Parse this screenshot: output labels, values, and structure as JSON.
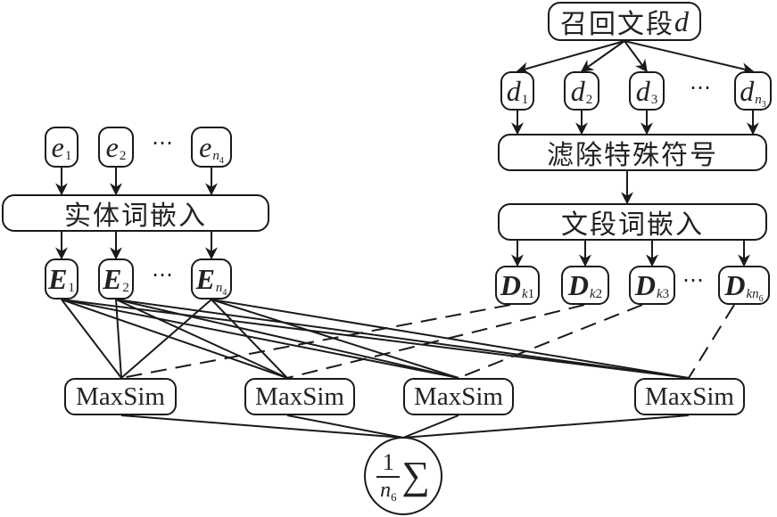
{
  "left_branch": {
    "entities": [
      {
        "symbol": "e",
        "sub": "1"
      },
      {
        "symbol": "e",
        "sub": "2"
      },
      {
        "symbol": "e",
        "sub_var": "n",
        "sub_sub": "4"
      }
    ],
    "ellipsis": "⋯",
    "embed_label": "实体词嵌入",
    "embeddings": [
      {
        "symbol": "E",
        "sub": "1"
      },
      {
        "symbol": "E",
        "sub": "2"
      },
      {
        "symbol": "E",
        "sub_var": "n",
        "sub_sub": "4"
      }
    ]
  },
  "right_branch": {
    "source_label": "召回文段",
    "source_var": "d",
    "passages": [
      {
        "symbol": "d",
        "sub": "1"
      },
      {
        "symbol": "d",
        "sub": "2"
      },
      {
        "symbol": "d",
        "sub": "3"
      },
      {
        "symbol": "d",
        "sub_var": "n",
        "sub_sub": "3"
      }
    ],
    "ellipsis": "⋯",
    "filter_label": "滤除特殊符号",
    "embed_label": "文段词嵌入",
    "embeddings": [
      {
        "symbol": "D",
        "sub_var": "k",
        "sub": "1"
      },
      {
        "symbol": "D",
        "sub_var": "k",
        "sub": "2"
      },
      {
        "symbol": "D",
        "sub_var": "k",
        "sub": "3"
      },
      {
        "symbol": "D",
        "sub_var": "kn",
        "sub_sub": "6"
      }
    ]
  },
  "maxsim": {
    "labels": [
      "MaxSim",
      "MaxSim",
      "MaxSim",
      "MaxSim"
    ]
  },
  "aggregate": {
    "numerator": "1",
    "denominator_var": "n",
    "denominator_sub": "6",
    "operator": "∑"
  }
}
